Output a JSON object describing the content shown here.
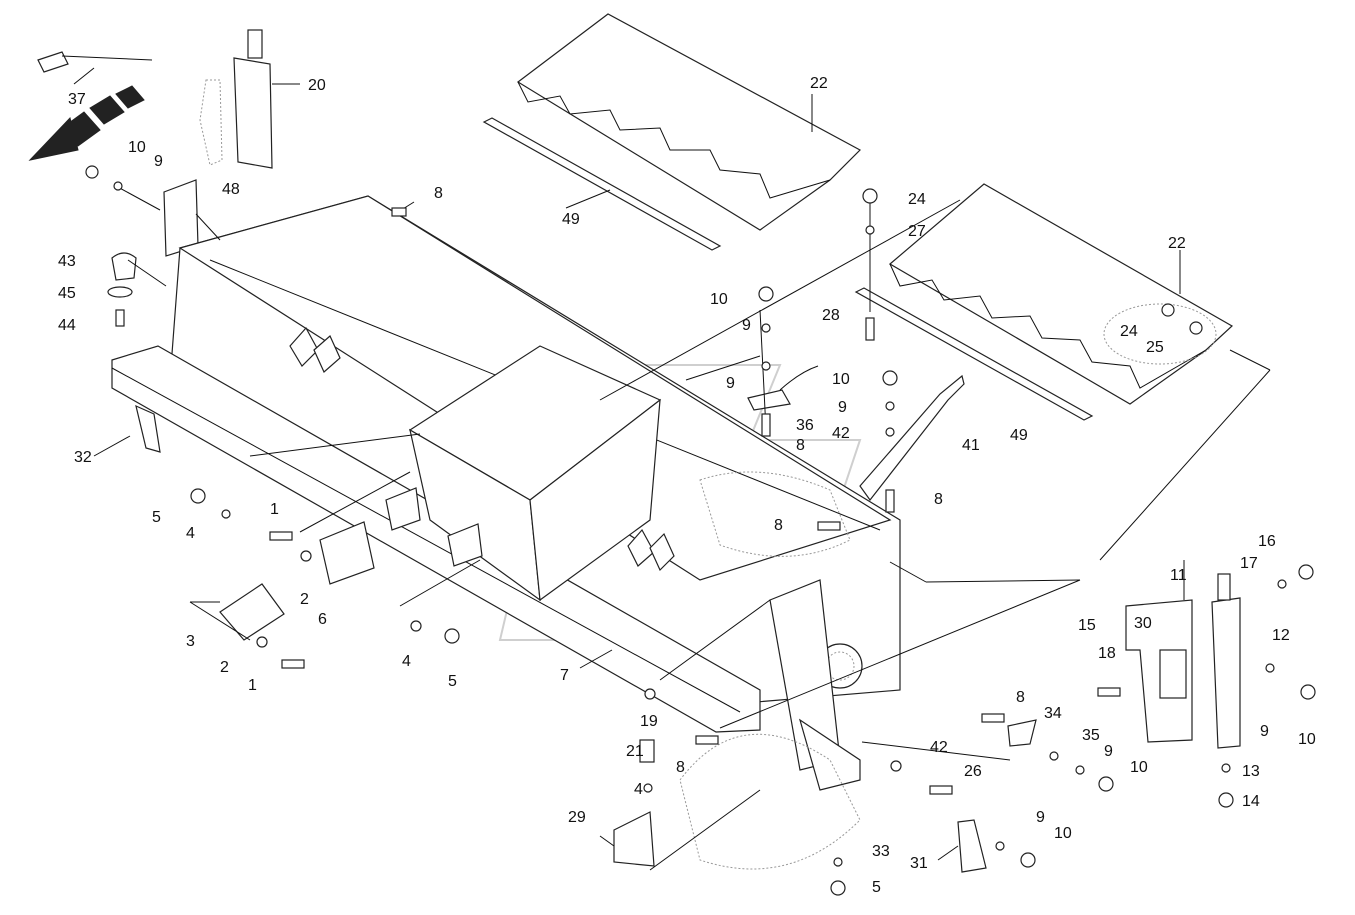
{
  "callouts": [
    {
      "id": "c37",
      "label": "37"
    },
    {
      "id": "c20",
      "label": "20"
    },
    {
      "id": "c22a",
      "label": "22"
    },
    {
      "id": "c10a",
      "label": "10"
    },
    {
      "id": "c9a",
      "label": "9"
    },
    {
      "id": "c48",
      "label": "48"
    },
    {
      "id": "c8a",
      "label": "8"
    },
    {
      "id": "c49a",
      "label": "49"
    },
    {
      "id": "c24a",
      "label": "24"
    },
    {
      "id": "c27",
      "label": "27"
    },
    {
      "id": "c22b",
      "label": "22"
    },
    {
      "id": "c43",
      "label": "43"
    },
    {
      "id": "c45",
      "label": "45"
    },
    {
      "id": "c44",
      "label": "44"
    },
    {
      "id": "c10b",
      "label": "10"
    },
    {
      "id": "c9b",
      "label": "9"
    },
    {
      "id": "c28",
      "label": "28"
    },
    {
      "id": "c24b",
      "label": "24"
    },
    {
      "id": "c25",
      "label": "25"
    },
    {
      "id": "c9c",
      "label": "9"
    },
    {
      "id": "c10c",
      "label": "10"
    },
    {
      "id": "c9d",
      "label": "9"
    },
    {
      "id": "c36",
      "label": "36"
    },
    {
      "id": "c42a",
      "label": "42"
    },
    {
      "id": "c8b",
      "label": "8"
    },
    {
      "id": "c41",
      "label": "41"
    },
    {
      "id": "c49b",
      "label": "49"
    },
    {
      "id": "c32",
      "label": "32"
    },
    {
      "id": "c8c",
      "label": "8"
    },
    {
      "id": "c5a",
      "label": "5"
    },
    {
      "id": "c4a",
      "label": "4"
    },
    {
      "id": "c1a",
      "label": "1"
    },
    {
      "id": "c8d",
      "label": "8"
    },
    {
      "id": "c16",
      "label": "16"
    },
    {
      "id": "c11",
      "label": "11"
    },
    {
      "id": "c17",
      "label": "17"
    },
    {
      "id": "c2a",
      "label": "2"
    },
    {
      "id": "c6",
      "label": "6"
    },
    {
      "id": "c3",
      "label": "3"
    },
    {
      "id": "c15",
      "label": "15"
    },
    {
      "id": "c30",
      "label": "30"
    },
    {
      "id": "c12",
      "label": "12"
    },
    {
      "id": "c4b",
      "label": "4"
    },
    {
      "id": "c5b",
      "label": "5"
    },
    {
      "id": "c2b",
      "label": "2"
    },
    {
      "id": "c1b",
      "label": "1"
    },
    {
      "id": "c7",
      "label": "7"
    },
    {
      "id": "c18",
      "label": "18"
    },
    {
      "id": "c19",
      "label": "19"
    },
    {
      "id": "c8e",
      "label": "8"
    },
    {
      "id": "c34",
      "label": "34"
    },
    {
      "id": "c9e",
      "label": "9"
    },
    {
      "id": "c10d",
      "label": "10"
    },
    {
      "id": "c21",
      "label": "21"
    },
    {
      "id": "c42b",
      "label": "42"
    },
    {
      "id": "c35",
      "label": "35"
    },
    {
      "id": "c9f",
      "label": "9"
    },
    {
      "id": "c8f",
      "label": "8"
    },
    {
      "id": "c26",
      "label": "26"
    },
    {
      "id": "c10e",
      "label": "10"
    },
    {
      "id": "c13",
      "label": "13"
    },
    {
      "id": "c4c",
      "label": "4"
    },
    {
      "id": "c14",
      "label": "14"
    },
    {
      "id": "c29",
      "label": "29"
    },
    {
      "id": "c9g",
      "label": "9"
    },
    {
      "id": "c10f",
      "label": "10"
    },
    {
      "id": "c33",
      "label": "33"
    },
    {
      "id": "c31",
      "label": "31"
    },
    {
      "id": "c5c",
      "label": "5"
    }
  ]
}
